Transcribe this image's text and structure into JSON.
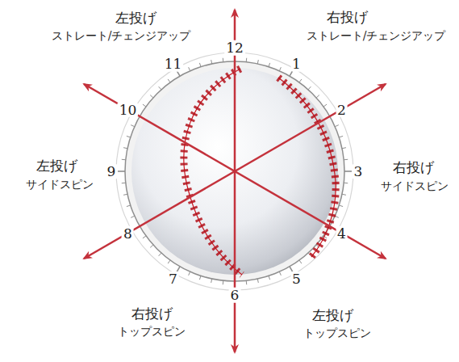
{
  "diagram": {
    "labels": [
      "左投げ",
      "ストレート/チェンジアップ",
      "右投げ",
      "ストレート/チェンジアップ",
      "左投げ",
      "サイドスピン",
      "右投げ",
      "サイドスピン",
      "右投げ",
      "トップスピン",
      "左投げ",
      "トップスピン",
      "12",
      "1",
      "2",
      "3",
      "4",
      "5",
      "6",
      "7",
      "8",
      "9",
      "10",
      "11"
    ]
  }
}
